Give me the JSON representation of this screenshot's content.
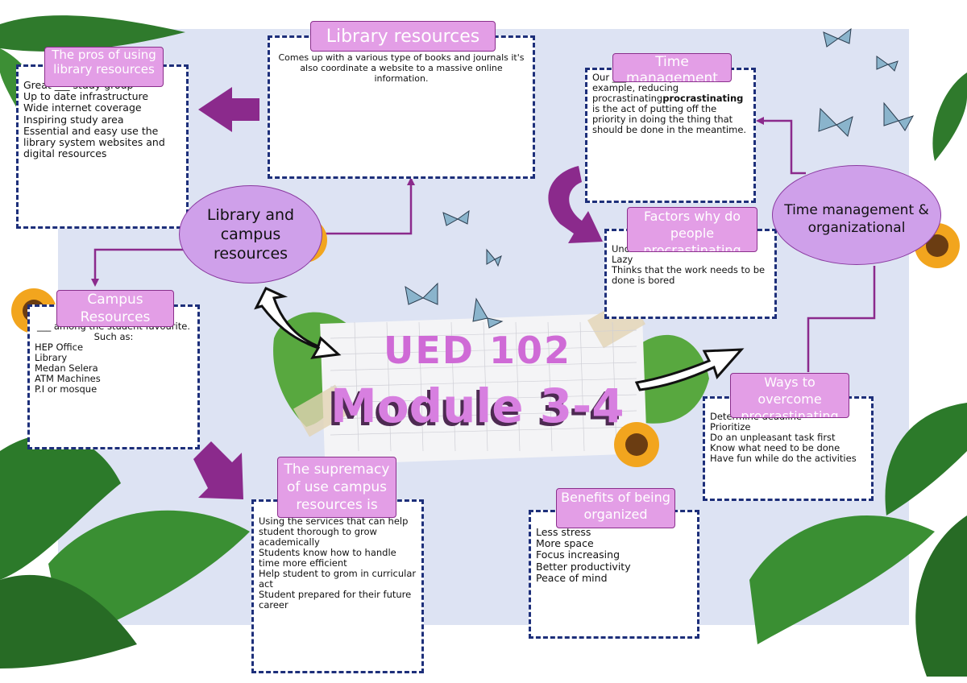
{
  "center": {
    "title_line1": "UED 102",
    "title_line2": "Module 3-4"
  },
  "library_resources": {
    "label": "Library resources",
    "body": "Comes up with a various type of books and journals it's also coordinate a website to a massive online information."
  },
  "pros": {
    "label": "The pros of using library resources",
    "items": [
      "Great ___ study group",
      "Up to date infrastructure",
      "Wide internet coverage",
      "Inspiring study area",
      "Essential and easy use the library system websites and digital resources"
    ]
  },
  "library_campus": {
    "label": "Library and campus resources"
  },
  "campus_resources": {
    "label": "Campus Resources",
    "intro": "___ among the student favourite. Such as:",
    "items": [
      "HEP Office",
      "Library",
      "Medan Selera",
      "ATM Machines",
      "P.I or mosque"
    ]
  },
  "supremacy": {
    "label": "The supremacy of use campus resources is",
    "items": [
      "Using the services that can help student thorough to grow academically",
      "Students know how to handle time more efficient",
      "Help student to grom in curricular act",
      "Student prepared for their future career"
    ]
  },
  "time_management": {
    "label": "Time management",
    "body_pre": "Our ___ efficiently for an example, reducing procrastinating",
    "body_bold": "procrastinating",
    "body_post": " is the act of putting off the priority in doing the thing that should be done in the meantime."
  },
  "factors": {
    "label": "Factors why do people procrastinating",
    "items": [
      "Unclear",
      "Lazy",
      "Thinks that the work needs to be done is bored"
    ]
  },
  "time_org": {
    "label": "Time management & organizational"
  },
  "ways": {
    "label": "Ways to overcome procrastinating",
    "items": [
      "Determine deadline",
      "Prioritize",
      "Do an unpleasant task first",
      "Know what need to be done",
      "Have fun while do the activities"
    ]
  },
  "benefits": {
    "label": "Benefits of being organized",
    "items": [
      "Less stress",
      "More space",
      "Focus increasing",
      "Better productivity",
      "Peace of mind"
    ]
  },
  "colors": {
    "box_border": "#1d2f7a",
    "pill": "#e39ee6",
    "oval": "#cfa0ea",
    "arrow": "#8b2a8c",
    "connector": "#8b2a8c",
    "panel": "#dde3f3",
    "title": "#cf6ad6"
  }
}
